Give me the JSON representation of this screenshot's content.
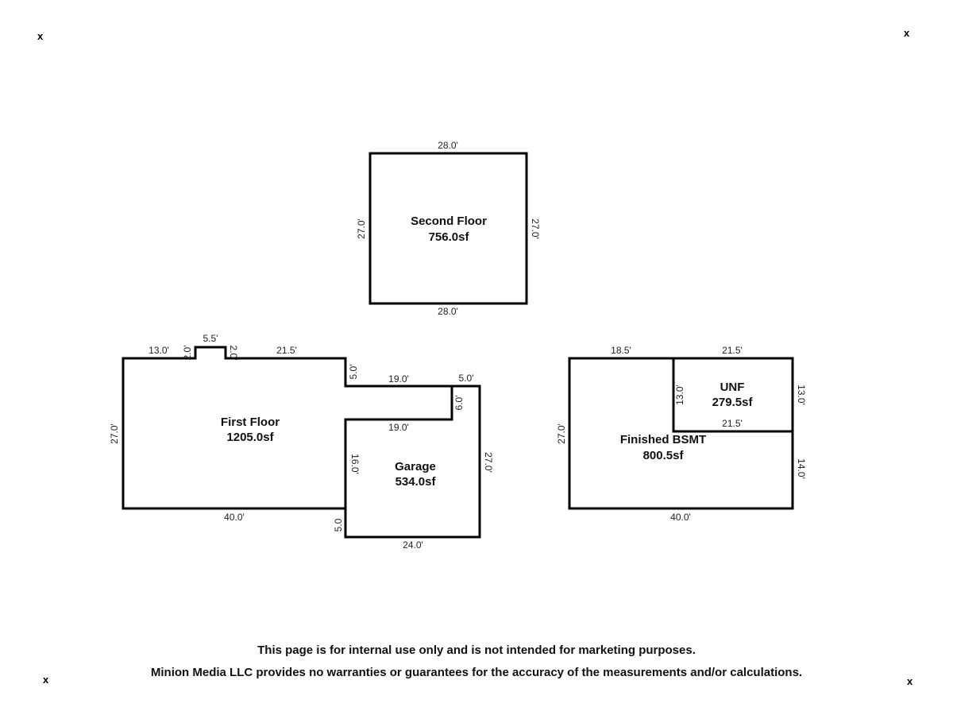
{
  "corner_marks": [
    "x",
    "x",
    "x",
    "x"
  ],
  "second_floor": {
    "name": "Second Floor",
    "area": "756.0sf",
    "dims": {
      "top": "28.0'",
      "bottom": "28.0'",
      "left": "27.0'",
      "right": "27.0'"
    }
  },
  "first_floor": {
    "name": "First Floor",
    "area": "1205.0sf",
    "dims": {
      "top_left": "13.0'",
      "bump_left": "2.0'",
      "bump_top": "5.5'",
      "bump_right": "2.0'",
      "top_right": "21.5'",
      "step": "5.0'",
      "left": "27.0'",
      "bottom": "40.0'",
      "connector_top": "19.0'",
      "connector_side": "6.0'",
      "connector_bottom": "19.0'"
    }
  },
  "garage": {
    "name": "Garage",
    "area": "534.0sf",
    "dims": {
      "top": "5.0'",
      "left": "16.0'",
      "right": "27.0'",
      "bottom": "24.0'",
      "offset": "5.0"
    }
  },
  "basement": {
    "name": "Finished BSMT",
    "area": "800.5sf",
    "dims": {
      "top_left": "18.5'",
      "left": "27.0'",
      "bottom": "40.0'",
      "right_lower": "14.0'"
    }
  },
  "unfinished": {
    "name": "UNF",
    "area": "279.5sf",
    "dims": {
      "top": "21.5'",
      "left": "13.0'",
      "right": "13.0'",
      "bottom": "21.5'"
    }
  },
  "footer": {
    "line1": "This page is for internal use only and is not intended for marketing purposes.",
    "line2": "Minion Media LLC provides no warranties or guarantees for the accuracy of the measurements and/or calculations."
  }
}
